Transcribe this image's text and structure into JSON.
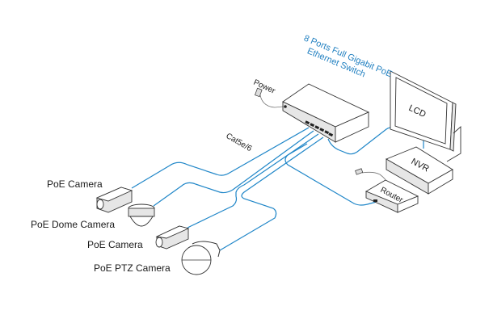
{
  "switch": {
    "title_line1": "8 Ports Full Gigabit PoE",
    "title_line2": "Ethernet Switch",
    "power_label": "Power"
  },
  "cable_label": "Cat5e/6",
  "devices": {
    "lcd": "LCD",
    "nvr": "NVR",
    "router": "Router"
  },
  "cameras": [
    "PoE Camera",
    "PoE Dome Camera",
    "PoE Camera",
    "PoE PTZ Camera"
  ],
  "colors": {
    "cable": "#1f86c8",
    "title": "#1f7fc0"
  }
}
